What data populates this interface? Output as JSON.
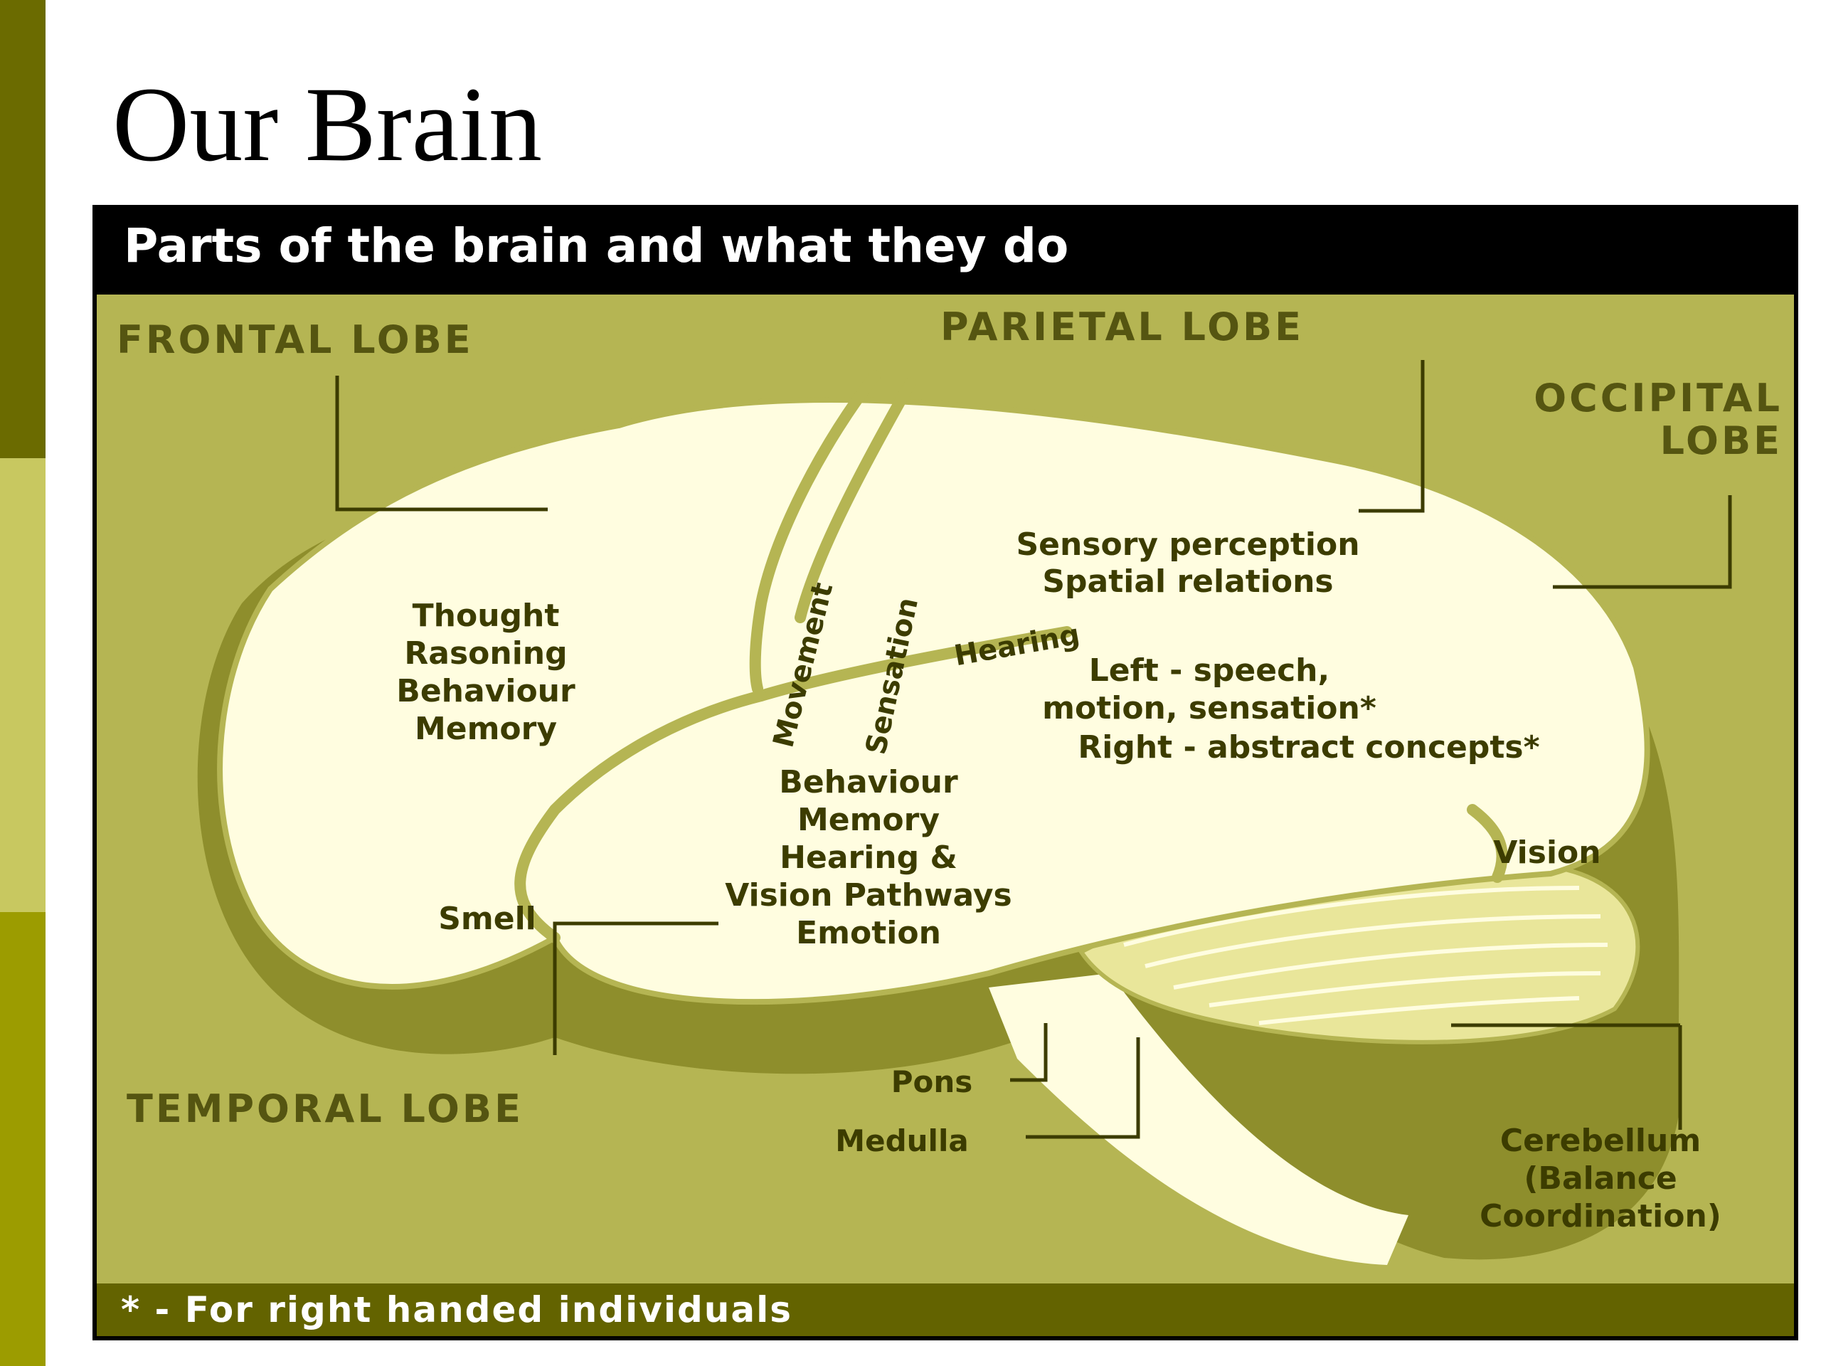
{
  "slide": {
    "title": "Our Brain"
  },
  "figure": {
    "header": "Parts of the brain and what they do",
    "footnote": "* - For right handed individuals",
    "lobe_labels": {
      "frontal": "FRONTAL LOBE",
      "parietal": "PARIETAL LOBE",
      "occipital_line1": "OCCIPITAL",
      "occipital_line2": "LOBE",
      "temporal": "TEMPORAL LOBE"
    },
    "frontal_functions": [
      "Thought",
      "Rasoning",
      "Behaviour",
      "Memory"
    ],
    "strip_labels": {
      "movement": "Movement",
      "sensation": "Sensation",
      "hearing": "Hearing"
    },
    "parietal_functions": [
      "Sensory perception",
      "Spatial relations"
    ],
    "lateral_functions": [
      "Left - speech,",
      "motion, sensation*",
      "Right - abstract concepts*"
    ],
    "temporal_functions": [
      "Behaviour",
      "Memory",
      "Hearing &",
      "Vision Pathways",
      "Emotion"
    ],
    "other_labels": {
      "smell": "Smell",
      "vision": "Vision",
      "pons": "Pons",
      "medulla": "Medulla"
    },
    "cerebellum_label": [
      "Cerebellum",
      "(Balance",
      "Coordination)"
    ]
  },
  "colors": {
    "stripe_dark": "#6b6b00",
    "stripe_light": "#c8c860",
    "stripe_mid": "#9c9c00",
    "panel_olive": "#b5b553",
    "brain_cream": "#fffde0",
    "shadow_olive": "#8e8e2c",
    "label_dark": "#555511",
    "line_dark": "#3c3c00",
    "footer_olive": "#636300",
    "header_black": "#000000"
  }
}
